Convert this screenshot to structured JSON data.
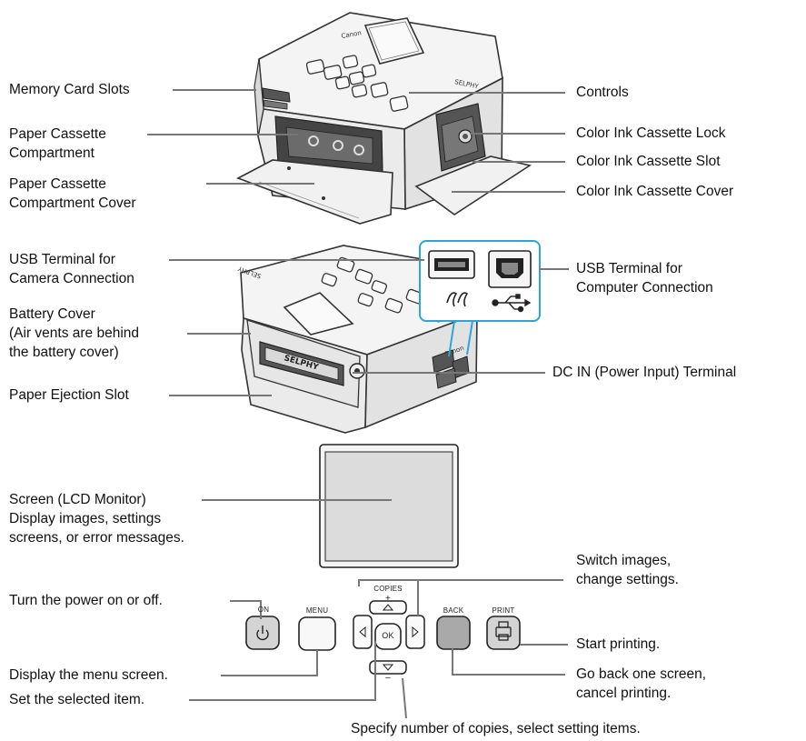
{
  "labels": {
    "memory_card_slots": "Memory Card Slots",
    "paper_cassette_compartment": [
      "Paper Cassette",
      "Compartment"
    ],
    "paper_cassette_compartment_cover": [
      "Paper Cassette",
      "Compartment Cover"
    ],
    "controls": "Controls",
    "color_ink_cassette_lock": "Color Ink Cassette Lock",
    "color_ink_cassette_slot": "Color Ink Cassette Slot",
    "color_ink_cassette_cover": "Color Ink Cassette Cover",
    "usb_terminal_camera": [
      "USB Terminal for",
      "Camera Connection"
    ],
    "usb_terminal_computer": [
      "USB Terminal for",
      "Computer Connection"
    ],
    "battery_cover": [
      "Battery Cover",
      "(Air vents are behind",
      "the battery cover)"
    ],
    "dc_in_terminal": "DC IN (Power Input) Terminal",
    "paper_ejection_slot": "Paper Ejection Slot",
    "screen": [
      "Screen (LCD Monitor)",
      "Display images, settings",
      "screens, or error messages."
    ],
    "switch_images": [
      "Switch images,",
      "change settings."
    ],
    "turn_power": "Turn the power on or off.",
    "start_printing": "Start printing.",
    "display_menu": "Display the menu screen.",
    "go_back": [
      "Go back one screen,",
      "cancel printing."
    ],
    "set_selected": "Set the selected item.",
    "specify_copies": "Specify number of copies, select setting items."
  },
  "buttons": {
    "on": "ON",
    "menu": "MENU",
    "copies": "COPIES",
    "plus": "+",
    "minus": "–",
    "ok": "OK",
    "back": "BACK",
    "print": "PRINT"
  },
  "printer": {
    "brand": "Canon",
    "model": "SELPHY"
  }
}
